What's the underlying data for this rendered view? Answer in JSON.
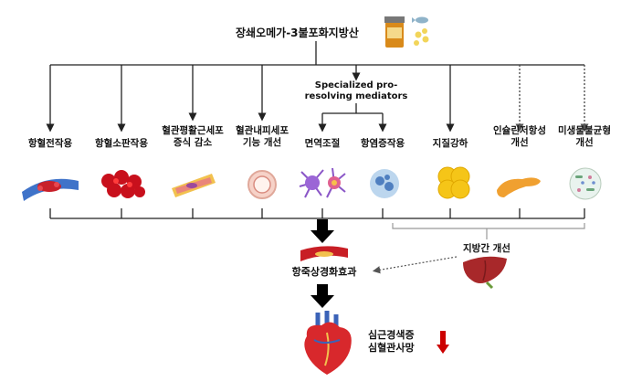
{
  "title": "장쇄오메가-3불포화지방산",
  "spm_label": [
    "Specialized pro-",
    "resolving mediators"
  ],
  "effects": [
    {
      "lines": [
        "항혈전작용"
      ],
      "icon": "clot-blood-vessel-icon"
    },
    {
      "lines": [
        "항혈소판작용"
      ],
      "icon": "platelets-icon"
    },
    {
      "lines": [
        "혈관평활근세포",
        "증식 감소"
      ],
      "icon": "smooth-muscle-cells-icon"
    },
    {
      "lines": [
        "혈관내피세포",
        "기능 개선"
      ],
      "icon": "endothelial-cell-icon"
    },
    {
      "lines": [
        "면역조절"
      ],
      "icon": "immune-cells-icon"
    },
    {
      "lines": [
        "항염증작용"
      ],
      "icon": "inflammatory-cell-icon"
    },
    {
      "lines": [
        "지질강하"
      ],
      "icon": "fat-droplets-icon"
    },
    {
      "lines": [
        "인슐린저항성",
        "개선"
      ],
      "icon": "pancreas-icon"
    },
    {
      "lines": [
        "미생물불균형",
        "개선"
      ],
      "icon": "microbiome-icon"
    }
  ],
  "outcome1": "항죽상경화효과",
  "liver_label": "지방간 개선",
  "final_lines": [
    "심근경색증",
    "심혈관사망"
  ],
  "colors": {
    "line": "#222222",
    "arrow": "#000000",
    "down_arrow": "#cc0000",
    "bracket": "#999999"
  }
}
